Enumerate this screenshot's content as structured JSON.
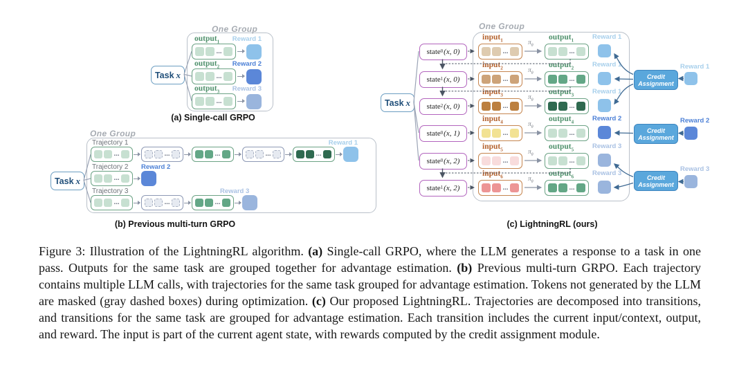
{
  "ui": {
    "ellipsis": "…",
    "pi": "π",
    "theta": "θ"
  },
  "palette": {
    "green_border": "#6ba284",
    "green_light": "#c7e0d1",
    "green_medium": "#63a786",
    "green_dark": "#2f6a50",
    "masked_border": "#8d99b5",
    "masked_fill": "#e6eaf1",
    "orange_border": "#c5854f",
    "tan_light": "#decbb0",
    "tan_medium": "#cda379",
    "tan_dark": "#bc8040",
    "yellow": "#f2e293",
    "pink": "#f8dcdc",
    "salmon": "#ed9595",
    "reward1": "#8ec2ea",
    "reward2": "#5b87d8",
    "reward3": "#9ab5dd",
    "task_border": "#6b9dc1",
    "task_text": "#1f4e79",
    "state_border": "#b264bd",
    "credit_fill": "#5aa7dc",
    "credit_border": "#3d85bf",
    "group_border": "#b9c0c9"
  },
  "diagram_a": {
    "group_label": "One Group",
    "task": {
      "label": "Task",
      "var": "x"
    },
    "caption": "(a) Single-call GRPO",
    "rows": [
      {
        "output_label": "output",
        "output_sub": "1",
        "reward_label": "Reward 1"
      },
      {
        "output_label": "output",
        "output_sub": "2",
        "reward_label": "Reward 2"
      },
      {
        "output_label": "output",
        "output_sub": "3",
        "reward_label": "Reward 3"
      }
    ]
  },
  "diagram_b": {
    "group_label": "One Group",
    "task": {
      "label": "Task",
      "var": "x"
    },
    "caption": "(b) Previous multi-turn GRPO",
    "rows": [
      {
        "label": "Trajectory 1",
        "reward_label": "Reward 1"
      },
      {
        "label": "Trajectory 2",
        "reward_label": "Reward 2"
      },
      {
        "label": "Trajectory 3",
        "reward_label": "Reward 3"
      }
    ]
  },
  "diagram_c": {
    "group_label": "One Group",
    "task": {
      "label": "Task",
      "var": "x"
    },
    "caption": "(c) LightningRL (ours)",
    "rows": [
      {
        "state_base": "state",
        "state_sub": "0",
        "state_args": "(x, 0)",
        "input_label": "input",
        "input_sub": "1",
        "output_label": "output",
        "output_sub": "1",
        "reward_label": "Reward 1"
      },
      {
        "state_base": "state",
        "state_sub": "1",
        "state_args": "(x, 0)",
        "input_label": "input",
        "input_sub": "2",
        "output_label": "output",
        "output_sub": "2",
        "reward_label": "Reward 1"
      },
      {
        "state_base": "state",
        "state_sub": "2",
        "state_args": "(x, 0)",
        "input_label": "input",
        "input_sub": "3",
        "output_label": "output",
        "output_sub": "3",
        "reward_label": "Reward 1"
      },
      {
        "state_base": "state",
        "state_sub": "0",
        "state_args": "(x, 1)",
        "input_label": "input",
        "input_sub": "4",
        "output_label": "output",
        "output_sub": "4",
        "reward_label": "Reward 2"
      },
      {
        "state_base": "state",
        "state_sub": "0",
        "state_args": "(x, 2)",
        "input_label": "input",
        "input_sub": "5",
        "output_label": "output",
        "output_sub": "5",
        "reward_label": "Reward 3"
      },
      {
        "state_base": "state",
        "state_sub": "1",
        "state_args": "(x, 2)",
        "input_label": "input",
        "input_sub": "6",
        "output_label": "output",
        "output_sub": "6",
        "reward_label": "Reward 3"
      }
    ],
    "credit": [
      {
        "line1": "Credit",
        "line2": "Assignment",
        "reward_label": "Reward 1"
      },
      {
        "line1": "Credit",
        "line2": "Assignment",
        "reward_label": "Reward 2"
      },
      {
        "line1": "Credit",
        "line2": "Assignment",
        "reward_label": "Reward 3"
      }
    ]
  },
  "caption": {
    "part1": "Figure 3: Illustration of the LightningRL algorithm. ",
    "bold1": "(a)",
    "part2": " Single-call GRPO, where the LLM generates a response to a task in one pass. Outputs for the same task are grouped together for advantage estimation. ",
    "bold2": "(b)",
    "part3": " Previous multi-turn GRPO. Each trajectory contains multiple LLM calls, with trajectories for the same task grouped for advantage estimation. Tokens not generated by the LLM are masked (gray dashed boxes) during optimization. ",
    "bold3": "(c)",
    "part4": " Our proposed LightningRL. Trajectories are decomposed into transitions, and transitions for the same task are grouped for advantage estimation. Each transition includes the current input/context, output, and reward. The input is part of the current agent state, with rewards computed by the credit assignment module."
  }
}
